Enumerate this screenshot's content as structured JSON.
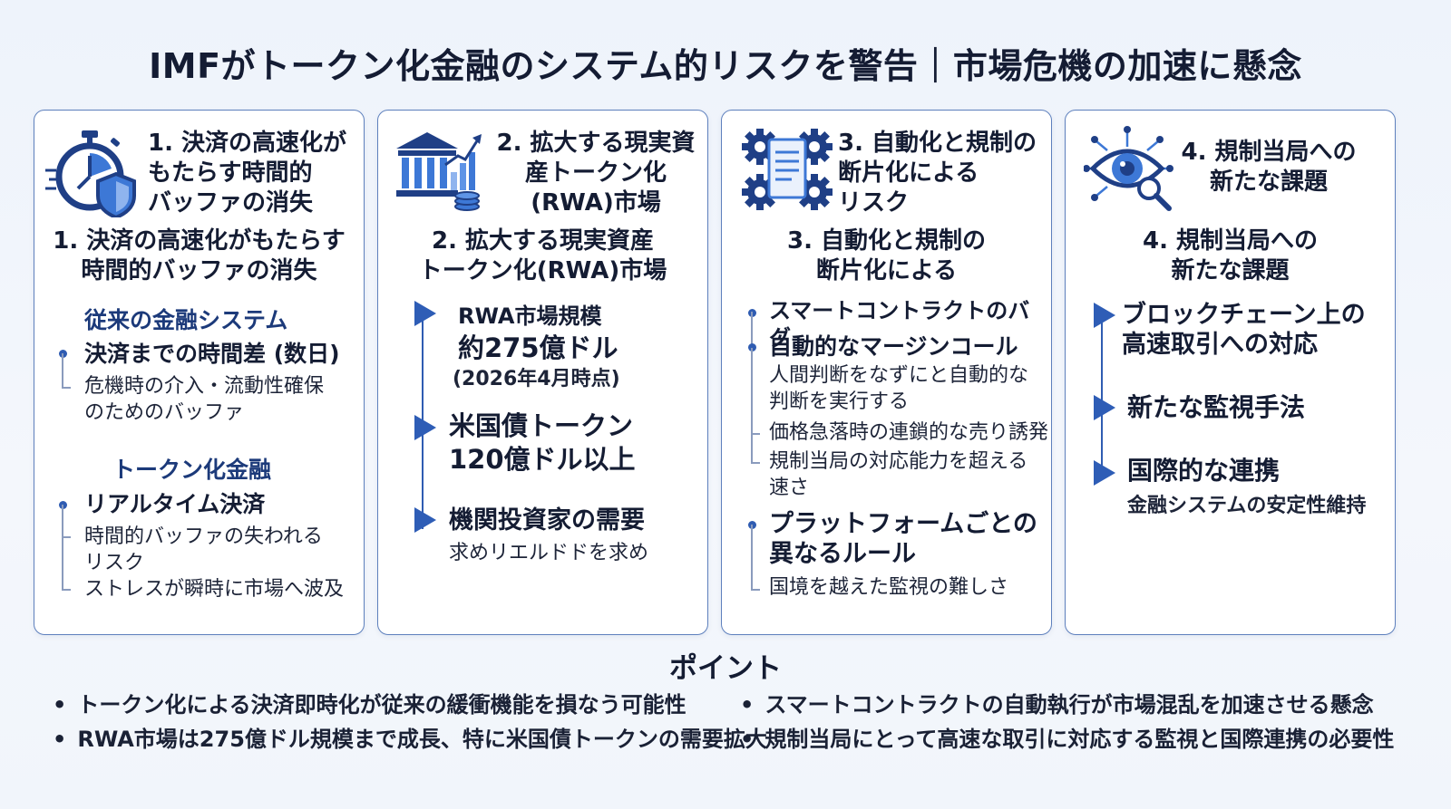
{
  "title": "IMFがトークン化金融のシステム的リスクを警告｜市場危機の加速に懸念",
  "cards": [
    {
      "heading": "1. 決済の高速化が\nもたらす時間的\nバッファの消失",
      "subheading": "1. 決済の高速化がもたらす\n時間的バッファの消失",
      "section1": "従来の金融システム",
      "s1_main": "決済までの時間差 (数日)",
      "s1_detail": "危機時の介入・流動性確保\nのためのバッファ",
      "section2": "トークン化金融",
      "s2_main": "リアルタイム決済",
      "s2_detail1": "時間的バッファの失われる\nリスク",
      "s2_detail2": "ストレスが瞬時に市場へ波及"
    },
    {
      "heading": "2. 拡大する現実資\n産トークン化\n(RWA)市場",
      "subheading": "2. 拡大する現実資産\nトークン化(RWA)市場",
      "item1_label": "RWA市場規模",
      "item1_value": "約275億ドル",
      "item1_note": "(2026年4月時点)",
      "item2_label": "米国債トークン\n120億ドル以上",
      "item3_label": "機関投資家の需要",
      "item3_note": "求めリエルドドを求め"
    },
    {
      "heading": "3. 自動化と規制の\n断片化による\nリスク",
      "subheading": "3. 自動化と規制の\n断片化による",
      "g1_line1": "スマートコントラクトのバグ",
      "g1_main": "自動的なマージンコール",
      "g1_d1": "人間判断をなずにと自動的な\n判断を実行する",
      "g1_d2": "価格急落時の連鎖的な売り誘発",
      "g1_d3": "規制当局の対応能力を超える\n速さ",
      "g2_main": "プラットフォームごとの\n異なるルール",
      "g2_d1": "国境を越えた監視の難しさ"
    },
    {
      "heading": "4. 規制当局への\n新たな課題",
      "subheading": "4. 規制当局への\n新たな課題",
      "item1": "ブロックチェーン上の\n高速取引への対応",
      "item2": "新たな監視手法",
      "item3": "国際的な連携",
      "item3_note": "金融システムの安定性維持"
    }
  ],
  "points": {
    "title": "ポイント",
    "items": [
      "トークン化による決済即時化が従来の緩衝機能を損なう可能性",
      "RWA市場は275億ドル規模まで成長、特に米国債トークンの需要拡大",
      "スマートコントラクトの自動執行が市場混乱を加速させる懸念",
      "規制当局にとって高速な取引に対応する監視と国際連携の必要性"
    ]
  },
  "colors": {
    "accent": "#2e5db6",
    "border": "#5e80bd",
    "navy": "#1c3a7a"
  },
  "icons": [
    "stopwatch-shield-icon",
    "bank-coins-chart-icon",
    "gears-document-icon",
    "eye-network-magnifier-icon"
  ]
}
